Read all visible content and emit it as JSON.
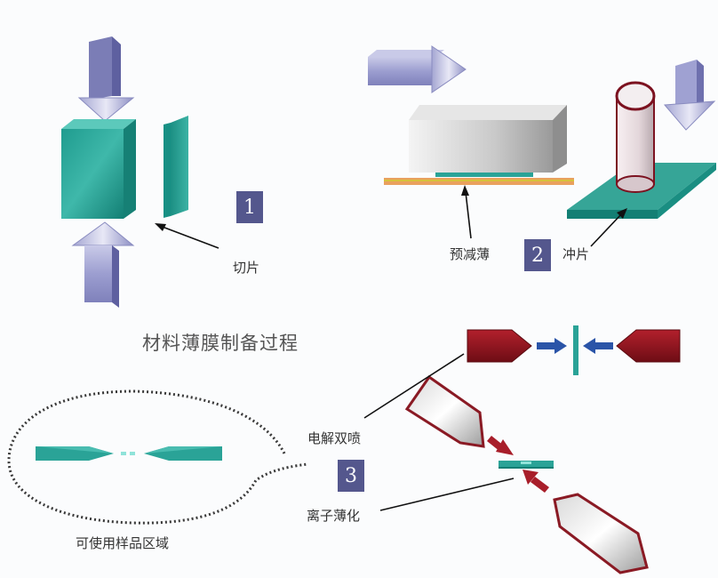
{
  "title": "材料薄膜制备过程",
  "steps": [
    "1",
    "2",
    "3"
  ],
  "labels": {
    "cut": "切片",
    "prethin": "预减薄",
    "punch": "冲片",
    "electropolish": "电解双喷",
    "ion_thinning": "离子薄化",
    "usable_region": "可使用样品区域"
  },
  "colors": {
    "teal": "#2aa397",
    "arrow_purple": "#8c8cc4",
    "step_badge": "#54578d",
    "dark_red": "#9a1420",
    "blue_arrow": "#2a54a8"
  }
}
